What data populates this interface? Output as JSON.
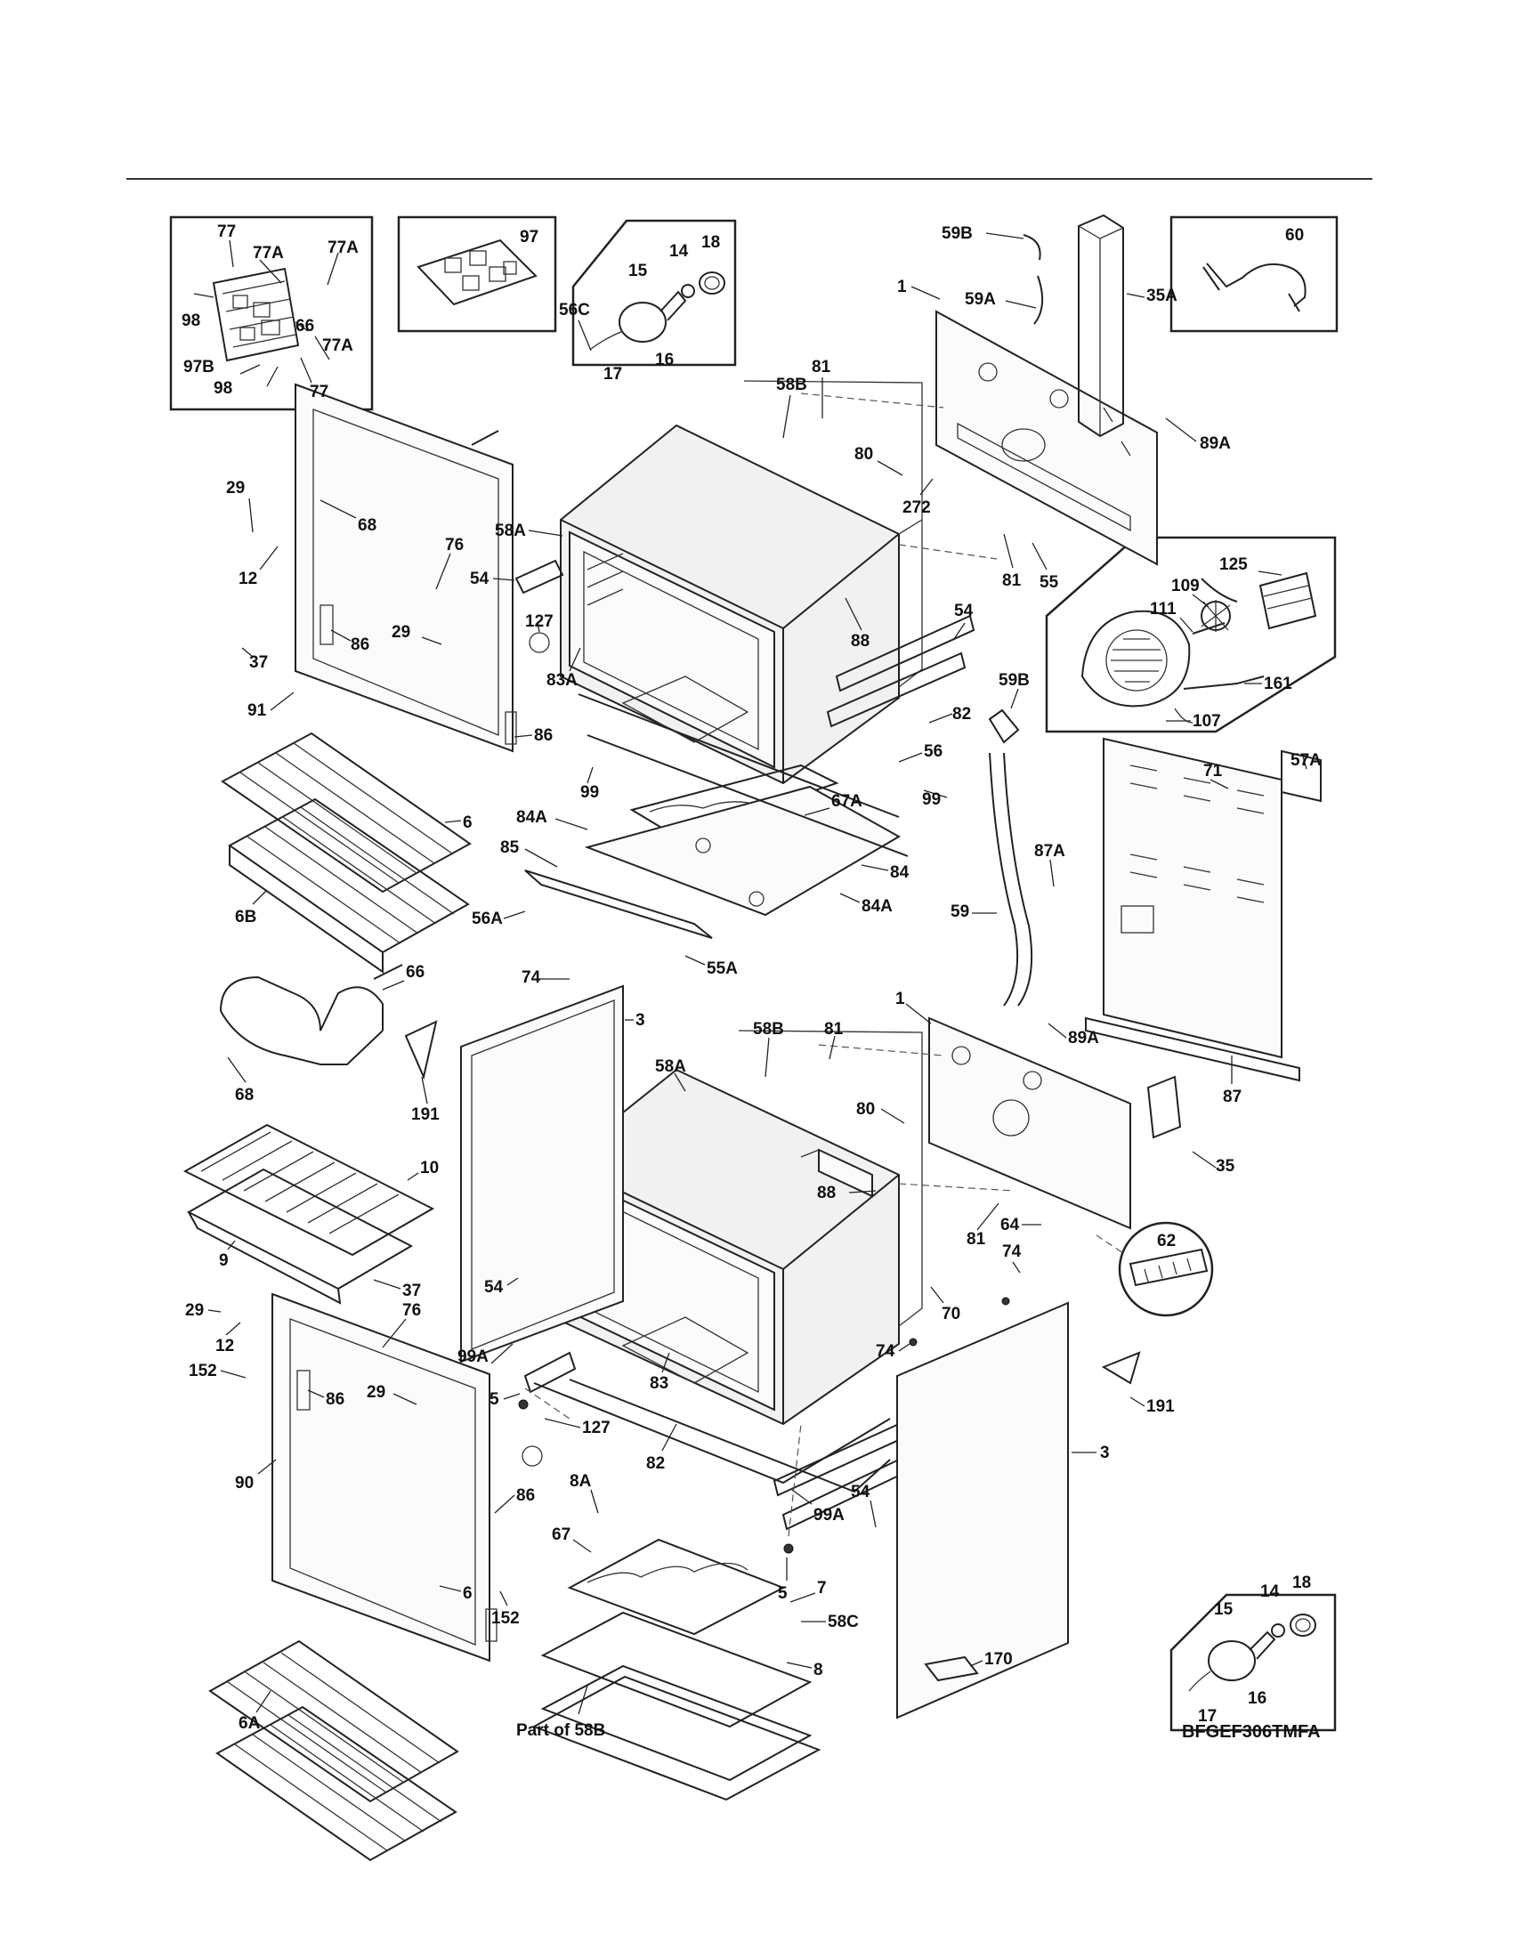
{
  "diagram": {
    "model_code": "BFGEF306TMFA",
    "callouts": {
      "c77a": "77",
      "c77Aa": "77A",
      "c77Ab": "77A",
      "c98a": "98",
      "c77Ac": "77A",
      "c97B": "97B",
      "c98b": "98",
      "c77b": "77",
      "c97": "97",
      "c18a": "18",
      "c14a": "14",
      "c15a": "15",
      "c17a": "17",
      "c16a": "16",
      "c59Ba": "59B",
      "c59A": "59A",
      "c35A": "35A",
      "c1a": "1",
      "c89Aa": "89A",
      "c60": "60",
      "c66a": "66",
      "c56C": "56C",
      "c58Ba": "58B",
      "c81a": "81",
      "c80a": "80",
      "c272": "272",
      "c29a": "29",
      "c68a": "68",
      "c76a": "76",
      "c58Aa": "58A",
      "c12a": "12",
      "c54a": "54",
      "c81b": "81",
      "c55": "55",
      "c127a": "127",
      "c86a": "86",
      "c29b": "29",
      "c88a": "88",
      "c125": "125",
      "c109": "109",
      "c111": "111",
      "c161": "161",
      "c107": "107",
      "c37a": "37",
      "c83A": "83A",
      "c54b": "54",
      "c91": "91",
      "c59Bb": "59B",
      "c82a": "82",
      "c86b": "86",
      "c56": "56",
      "c57A": "57A",
      "c71": "71",
      "c99a": "99",
      "c67A": "67A",
      "c84Aa": "84A",
      "c99b": "99",
      "c6a": "6",
      "c87A": "87A",
      "c85": "85",
      "c84": "84",
      "c6B": "6B",
      "c56A": "56A",
      "c59": "59",
      "c84Ab": "84A",
      "c66b": "66",
      "c74a": "74",
      "c3a": "3",
      "c55A": "55A",
      "c1b": "1",
      "c58Bb": "58B",
      "c81c": "81",
      "c89Ab": "89A",
      "c58Ab": "58A",
      "c68b": "68",
      "c191a": "191",
      "c80b": "80",
      "c87": "87",
      "c35": "35",
      "c10": "10",
      "c88b": "88",
      "c81d": "81",
      "c64": "64",
      "c62": "62",
      "c9": "9",
      "c37b": "37",
      "c54c": "54",
      "c74b": "74",
      "c70": "70",
      "c29c": "29",
      "c76b": "76",
      "c12b": "12",
      "c74c": "74",
      "c99A": "99A",
      "c152a": "152",
      "c5a": "5",
      "c83": "83",
      "c86c": "86",
      "c29d": "29",
      "c191b": "191",
      "c127b": "127",
      "c3b": "3",
      "c90": "90",
      "c82b": "82",
      "c8A": "8A",
      "c86d": "86",
      "c99Ab": "99A",
      "c54d": "54",
      "c67": "67",
      "c5b": "5",
      "c6b": "6",
      "c7": "7",
      "c18b": "18",
      "c14b": "14",
      "c15b": "15",
      "c152b": "152",
      "c58C": "58C",
      "c16b": "16",
      "c170": "170",
      "c8": "8",
      "c17b": "17",
      "c6A": "6A"
    },
    "note": "Part of 58B"
  }
}
